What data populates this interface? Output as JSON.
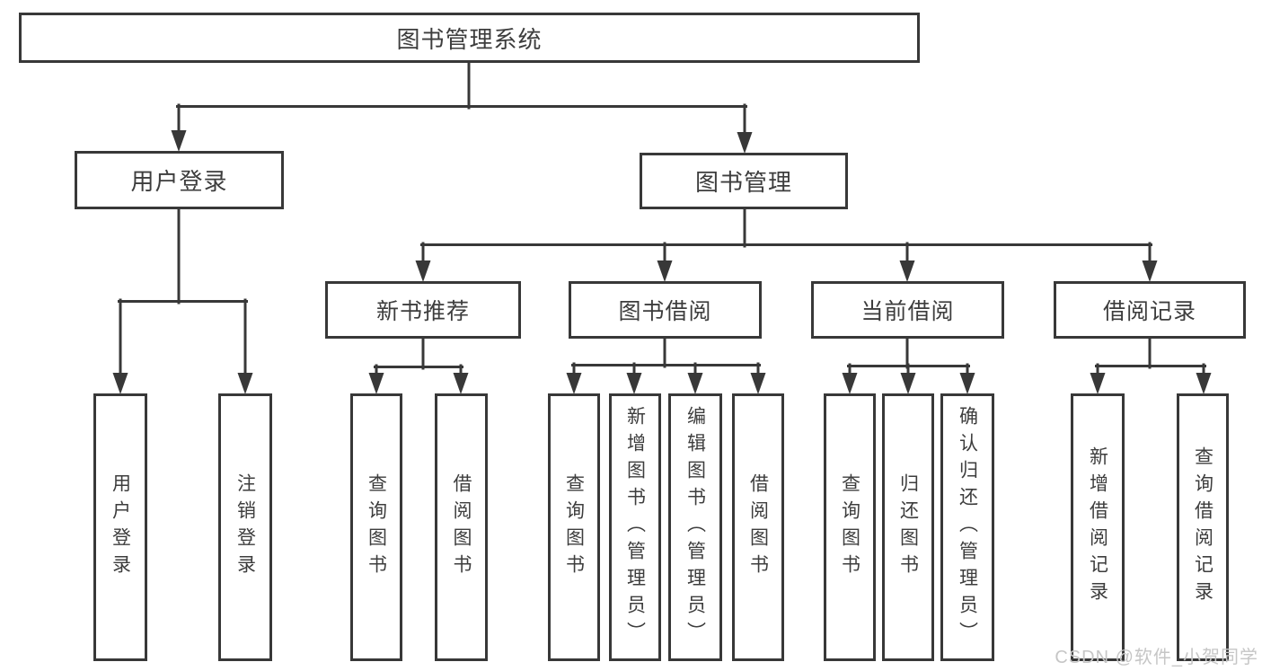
{
  "diagram": {
    "root": {
      "label": "图书管理系统"
    },
    "level1": {
      "user_login": {
        "label": "用户登录"
      },
      "book_mgmt": {
        "label": "图书管理"
      }
    },
    "level2": {
      "new_book": {
        "label": "新书推荐"
      },
      "book_borrow": {
        "label": "图书借阅"
      },
      "current_borrow": {
        "label": "当前借阅"
      },
      "borrow_record": {
        "label": "借阅记录"
      }
    },
    "leaves": [
      {
        "label": "用户登录"
      },
      {
        "label": "注销登录"
      },
      {
        "label": "查询图书"
      },
      {
        "label": "借阅图书"
      },
      {
        "label": "查询图书"
      },
      {
        "label": "新增图书（管理员）"
      },
      {
        "label": "编辑图书（管理员）"
      },
      {
        "label": "借阅图书"
      },
      {
        "label": "查询图书"
      },
      {
        "label": "归还图书"
      },
      {
        "label": "确认归还（管理员）"
      },
      {
        "label": "新增借阅记录"
      },
      {
        "label": "查询借阅记录"
      }
    ]
  },
  "colors": {
    "line": "#383838",
    "text": "#3d3d3d",
    "box_background": "#ffffff",
    "watermark": "#c6c6c6"
  },
  "watermark": {
    "text": "CSDN @软件_小贺同学"
  }
}
